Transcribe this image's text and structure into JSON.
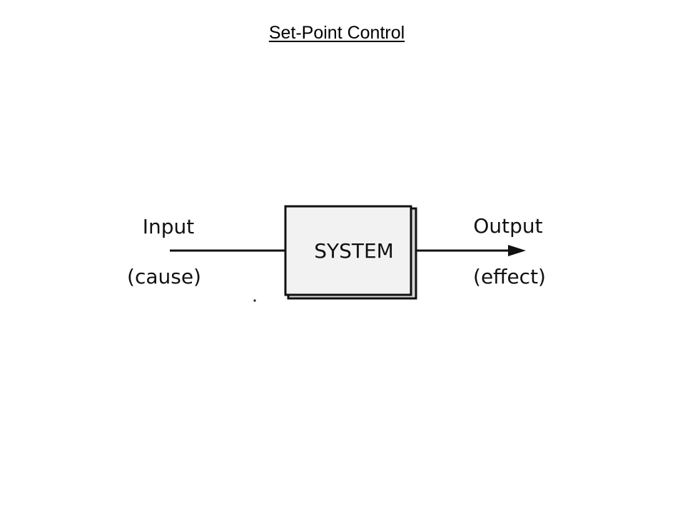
{
  "slide": {
    "title": "Set-Point Control"
  },
  "diagram": {
    "block_label": "SYSTEM",
    "input_label": "Input",
    "input_sublabel": "(cause)",
    "output_label": "Output",
    "output_sublabel": "(effect)"
  }
}
